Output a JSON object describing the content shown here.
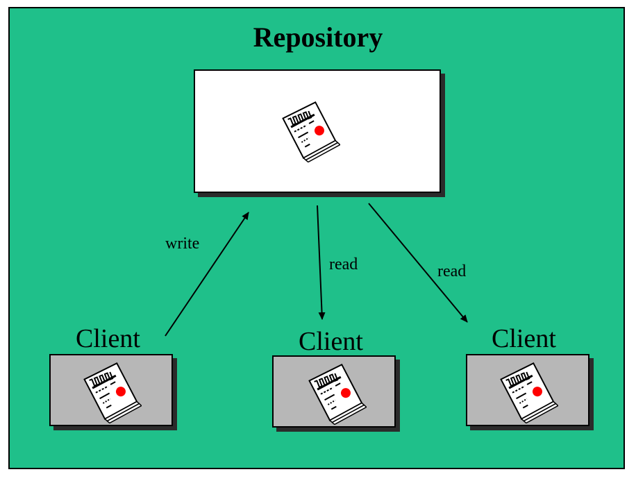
{
  "colors": {
    "background": "#1fc08a",
    "repository_fill": "#ffffff",
    "client_fill": "#b7b7b7",
    "dot": "#ff0000"
  },
  "title": "Repository",
  "repository": {
    "icon": "document-icon"
  },
  "clients": [
    {
      "label": "Client",
      "icon": "document-icon"
    },
    {
      "label": "Client",
      "icon": "document-icon"
    },
    {
      "label": "Client",
      "icon": "document-icon"
    }
  ],
  "edges": [
    {
      "label": "write",
      "from": "client-1",
      "to": "repository"
    },
    {
      "label": "read",
      "from": "repository",
      "to": "client-2"
    },
    {
      "label": "read",
      "from": "repository",
      "to": "client-3"
    }
  ]
}
